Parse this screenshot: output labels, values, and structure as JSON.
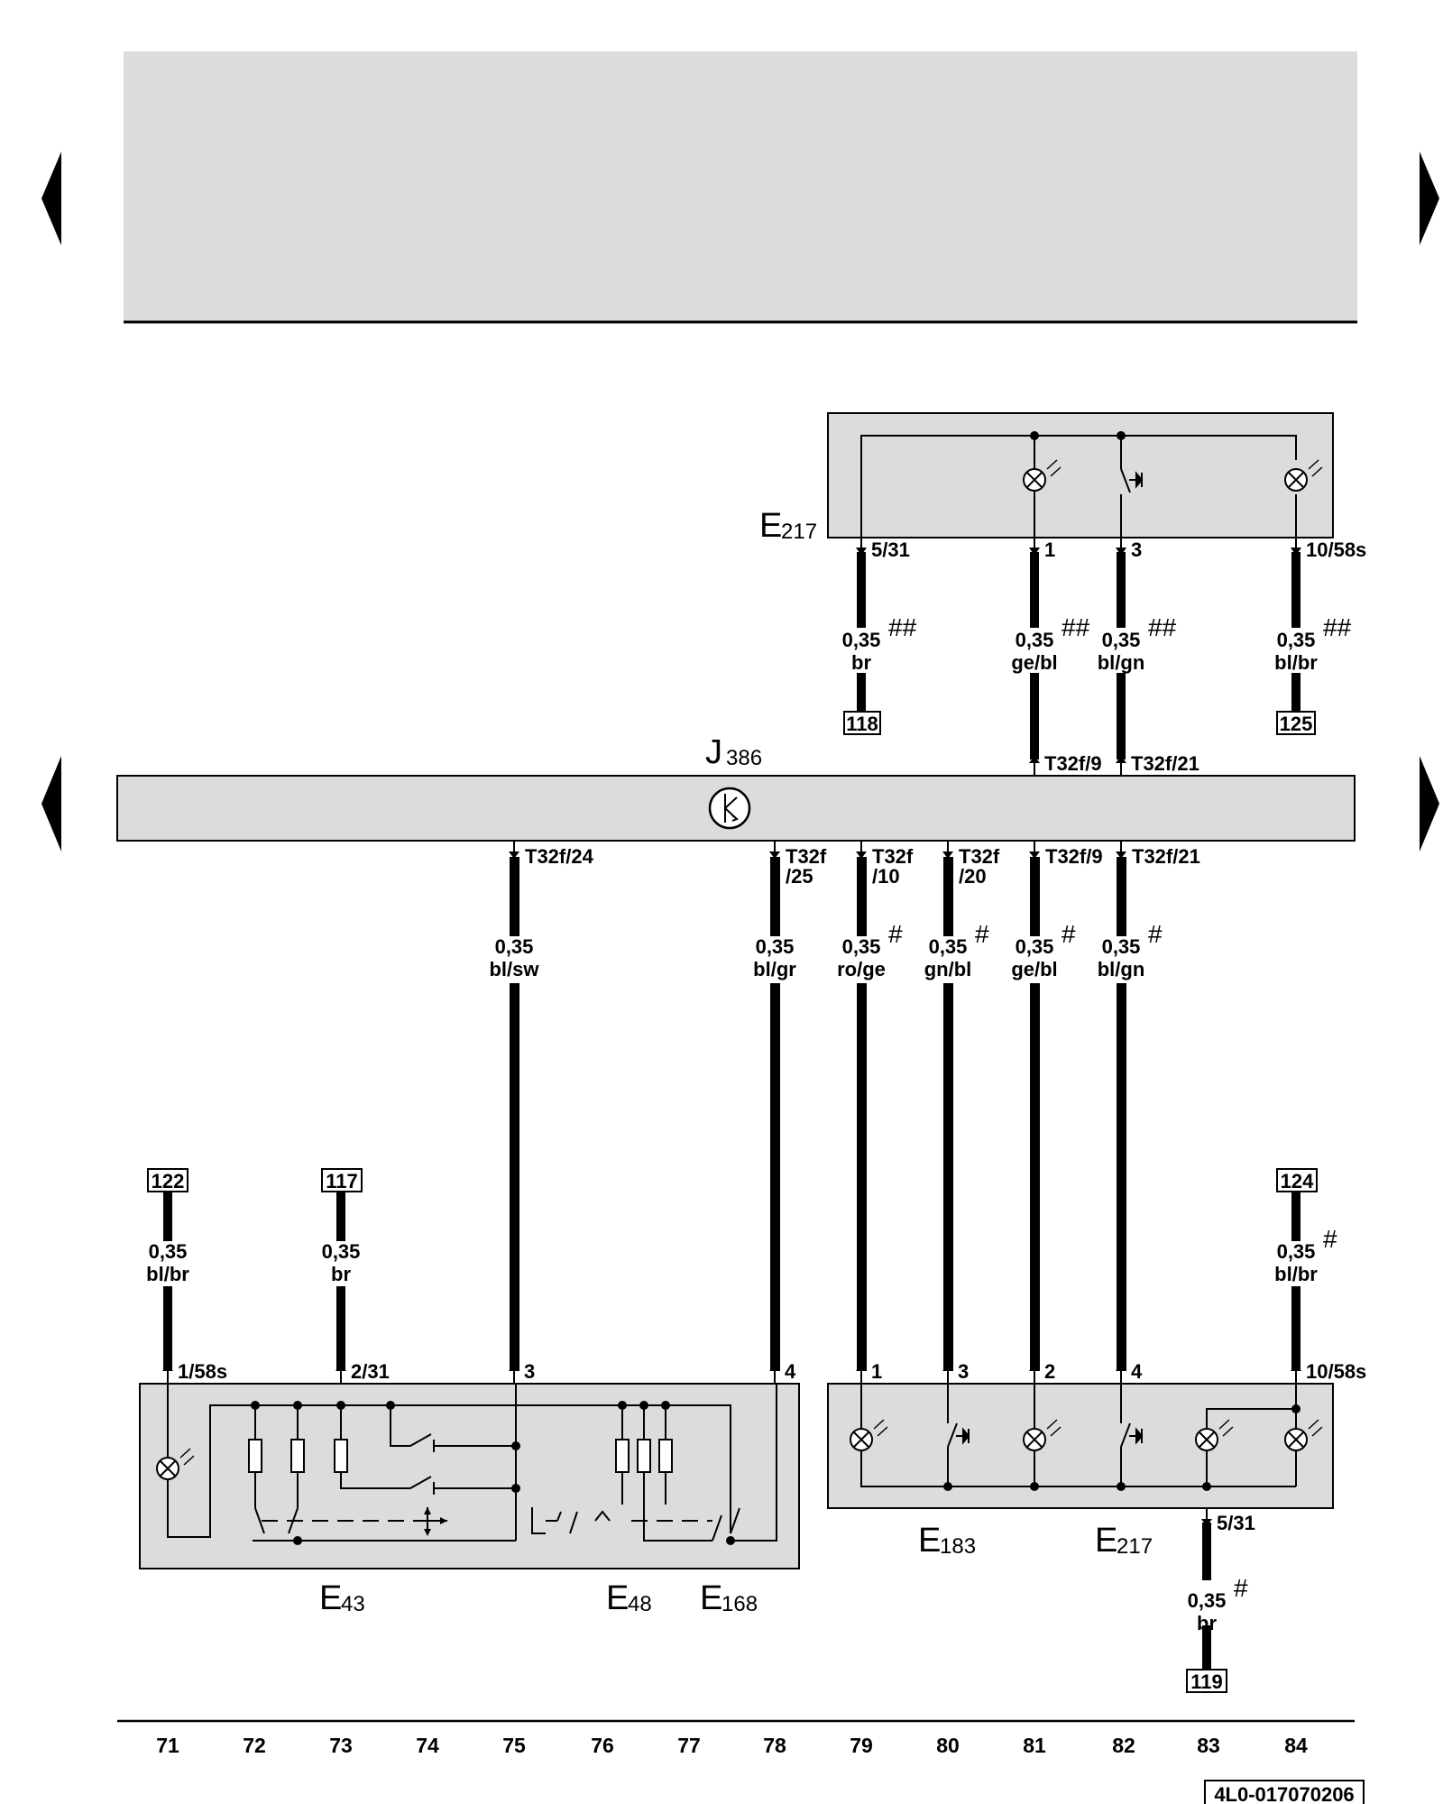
{
  "header": {
    "note": ""
  },
  "components": {
    "e217_top": {
      "letter": "E",
      "sub": "217"
    },
    "j386": {
      "letter": "J",
      "sub": "386"
    },
    "e43": {
      "letter": "E",
      "sub": "43"
    },
    "e48": {
      "letter": "E",
      "sub": "48"
    },
    "e168": {
      "letter": "E",
      "sub": "168"
    },
    "e183": {
      "letter": "E",
      "sub": "183"
    },
    "e217_bottom": {
      "letter": "E",
      "sub": "217"
    }
  },
  "top_module": {
    "pins": [
      "5/31",
      "1",
      "3",
      "10/58s"
    ],
    "wires": [
      {
        "gauge": "0,35",
        "color": "br",
        "mark": "##",
        "ref": "118"
      },
      {
        "gauge": "0,35",
        "color": "ge/bl",
        "mark": "##",
        "ref": ""
      },
      {
        "gauge": "0,35",
        "color": "bl/gn",
        "mark": "##",
        "ref": ""
      },
      {
        "gauge": "0,35",
        "color": "bl/br",
        "mark": "##",
        "ref": "125"
      }
    ]
  },
  "j386_top_pins": [
    "T32f/9",
    "T32f/21"
  ],
  "j386_bottom_pins": [
    {
      "a": "T32f/24",
      "b": ""
    },
    {
      "a": "T32f",
      "b": "/25"
    },
    {
      "a": "T32f",
      "b": "/10"
    },
    {
      "a": "T32f",
      "b": "/20"
    },
    {
      "a": "T32f/9",
      "b": ""
    },
    {
      "a": "T32f/21",
      "b": ""
    }
  ],
  "mid_wires": [
    {
      "gauge": "0,35",
      "color": "bl/sw",
      "mark": ""
    },
    {
      "gauge": "0,35",
      "color": "bl/gr",
      "mark": ""
    },
    {
      "gauge": "0,35",
      "color": "ro/ge",
      "mark": "#"
    },
    {
      "gauge": "0,35",
      "color": "gn/bl",
      "mark": "#"
    },
    {
      "gauge": "0,35",
      "color": "ge/bl",
      "mark": "#"
    },
    {
      "gauge": "0,35",
      "color": "bl/gn",
      "mark": "#"
    }
  ],
  "left_inputs": [
    {
      "ref": "122",
      "gauge": "0,35",
      "color": "bl/br",
      "mark": ""
    },
    {
      "ref": "117",
      "gauge": "0,35",
      "color": "br",
      "mark": ""
    },
    {
      "ref": "124",
      "gauge": "0,35",
      "color": "bl/br",
      "mark": "#"
    }
  ],
  "lower_pins": [
    "1/58s",
    "2/31",
    "3",
    "4",
    "1",
    "3",
    "2",
    "4",
    "10/58s",
    "5/31"
  ],
  "ground_wire": {
    "gauge": "0,35",
    "color": "br",
    "mark": "#",
    "ref": "119"
  },
  "bottom_axis": [
    "71",
    "72",
    "73",
    "74",
    "75",
    "76",
    "77",
    "78",
    "79",
    "80",
    "81",
    "82",
    "83",
    "84"
  ],
  "doc_id": "4L0-017070206"
}
